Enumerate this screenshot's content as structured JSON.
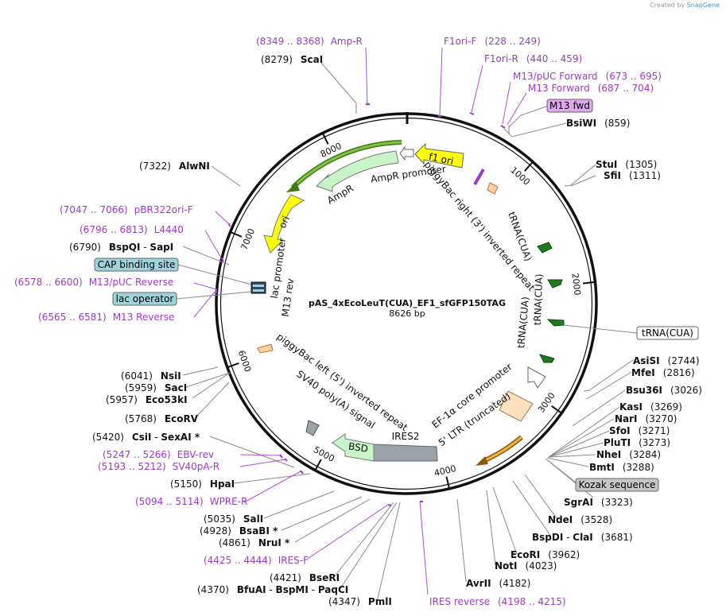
{
  "header": {
    "credit": "Created by",
    "brand": "SnapGene"
  },
  "plasmid": {
    "name": "pAS_4xEcoLeuT(CUA)_EF1_sfGFP150TAG",
    "size": "8626 bp"
  },
  "tick_labels": [
    "1000",
    "2000",
    "3000",
    "4000",
    "5000",
    "6000",
    "7000",
    "8000"
  ],
  "enzymes": [
    {
      "pos": "(8279)",
      "name": "ScaI"
    },
    {
      "pos": "(859)",
      "name": "BsiWI"
    },
    {
      "pos": "(1305)",
      "name": "StuI"
    },
    {
      "pos": "(1311)",
      "name": "SfiI"
    },
    {
      "pos": "(2744)",
      "name": "AsiSI"
    },
    {
      "pos": "(2816)",
      "name": "MfeI"
    },
    {
      "pos": "(3026)",
      "name": "Bsu36I"
    },
    {
      "pos": "(3269)",
      "name": "KasI"
    },
    {
      "pos": "(3270)",
      "name": "NarI"
    },
    {
      "pos": "(3271)",
      "name": "SfoI"
    },
    {
      "pos": "(3273)",
      "name": "PluTI"
    },
    {
      "pos": "(3284)",
      "name": "NheI"
    },
    {
      "pos": "(3288)",
      "name": "BmtI"
    },
    {
      "pos": "(3323)",
      "name": "SgrAI"
    },
    {
      "pos": "(3528)",
      "name": "NdeI"
    },
    {
      "pos": "(3681)",
      "name": "BspDI",
      "name2": "ClaI",
      "sep": " - "
    },
    {
      "pos": "(3962)",
      "name": "EcoRI"
    },
    {
      "pos": "(4023)",
      "name": "NotI"
    },
    {
      "pos": "(4182)",
      "name": "AvrII"
    },
    {
      "pos": "(4347)",
      "name": "PmlI"
    },
    {
      "pos": "(4370)",
      "name": "BfuAI",
      "name2": "BspMI",
      "name3": "PaqCI",
      "sep": " - "
    },
    {
      "pos": "(4421)",
      "name": "BseRI"
    },
    {
      "pos": "(4861)",
      "name": "NruI *"
    },
    {
      "pos": "(4928)",
      "name": "BsaBI *"
    },
    {
      "pos": "(5035)",
      "name": "SalI"
    },
    {
      "pos": "(5150)",
      "name": "HpaI"
    },
    {
      "pos": "(5420)",
      "name": "CsiI",
      "name2": "SexAI *",
      "sep": " - "
    },
    {
      "pos": "(5768)",
      "name": "EcoRV"
    },
    {
      "pos": "(5957)",
      "name": "Eco53kI"
    },
    {
      "pos": "(5959)",
      "name": "SacI"
    },
    {
      "pos": "(6041)",
      "name": "NsiI"
    },
    {
      "pos": "(6790)",
      "name": "BspQI",
      "name2": "SapI",
      "sep": " - "
    },
    {
      "pos": "(7322)",
      "name": "AlwNI"
    }
  ],
  "primers": [
    {
      "name": "Amp-R",
      "range": "(8349 .. 8368)"
    },
    {
      "name": "F1ori-F",
      "range": "(228 .. 249)"
    },
    {
      "name": "F1ori-R",
      "range": "(440 .. 459)"
    },
    {
      "name": "M13/pUC Forward",
      "range": "(673 .. 695)"
    },
    {
      "name": "M13 Forward",
      "range": "(687 .. 704)"
    },
    {
      "name": "IRES reverse",
      "range": "(4198 .. 4215)"
    },
    {
      "name": "IRES-F",
      "range": "(4425 .. 4444)"
    },
    {
      "name": "WPRE-R",
      "range": "(5094 .. 5114)"
    },
    {
      "name": "SV40pA-R",
      "range": "(5193 .. 5212)"
    },
    {
      "name": "EBV-rev",
      "range": "(5247 .. 5266)"
    },
    {
      "name": "M13 Reverse",
      "range": "(6565 .. 6581)"
    },
    {
      "name": "M13/pUC Reverse",
      "range": "(6578 .. 6600)"
    },
    {
      "name": "L4440",
      "range": "(6796 .. 6813)"
    },
    {
      "name": "pBR322ori-F",
      "range": "(7047 .. 7066)"
    }
  ],
  "callouts": [
    {
      "label": "M13 fwd",
      "color": "#e0a6f0"
    },
    {
      "label": "tRNA(CUA)",
      "color": "#ffffff"
    },
    {
      "label": "Kozak sequence",
      "color": "#c6c6c6"
    },
    {
      "label": "CAP binding site",
      "color": "#9fd3da"
    },
    {
      "label": "lac operator",
      "color": "#9fd3da"
    }
  ],
  "features": {
    "f1_ori": "f1 ori",
    "ampr_promoter": "AmpR promoter",
    "ampr": "AmpR",
    "ori": "ori",
    "pb_right": "piggyBac right (3') inverted repeat",
    "trna1": "tRNA(CUA)",
    "trna2": "tRNA(CUA)",
    "trna3": "tRNA(CUA)",
    "lac_promoter": "lac promoter",
    "m13_rev": "M13 rev",
    "pb_left": "piggyBac left (5') inverted repeat",
    "sv40": "SV40 poly(A) signal",
    "ires2": "IRES2",
    "bsd": "BSD",
    "ef1a": "EF-1α core promoter",
    "ltr": "5' LTR (truncated)"
  },
  "colors": {
    "primer": "#9c39c9",
    "f1_ori": "#ffff00",
    "ampr": "#c8f5c8",
    "ori": "#ffff00",
    "trna": "#1f7a1f",
    "promoter": "#ffffff",
    "ltr": "#fde0c0",
    "ires2": "#9aa3a8",
    "m13": "#9c39c9",
    "orange_arc": "#e69b2a",
    "green_arc": "#559b1a"
  }
}
